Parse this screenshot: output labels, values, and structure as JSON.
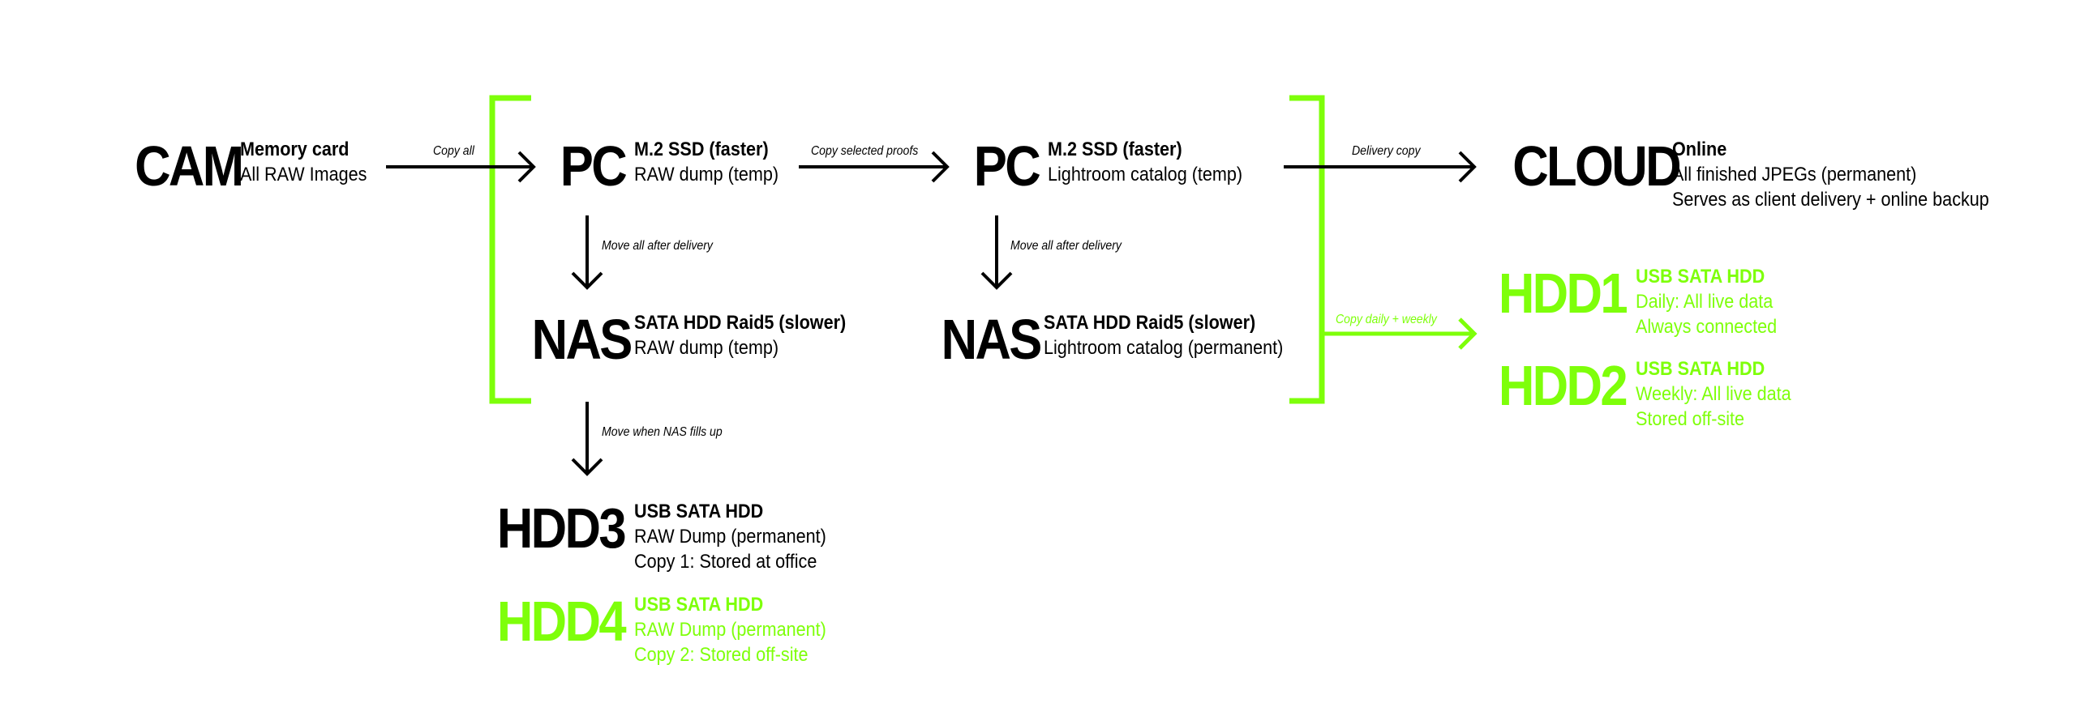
{
  "colors": {
    "primary": "#000000",
    "accent": "#7eff0a",
    "background": "#ffffff"
  },
  "nodes": {
    "cam": {
      "name": "CAM",
      "title": "Memory card",
      "lines": [
        "All RAW Images"
      ]
    },
    "pc1": {
      "name": "PC",
      "title": "M.2 SSD (faster)",
      "lines": [
        "RAW dump (temp)"
      ]
    },
    "pc2": {
      "name": "PC",
      "title": "M.2 SSD (faster)",
      "lines": [
        "Lightroom catalog (temp)"
      ]
    },
    "cloud": {
      "name": "CLOUD",
      "title": "Online",
      "lines": [
        "All finished JPEGs (permanent)",
        "Serves as client delivery + online backup"
      ]
    },
    "nas1": {
      "name": "NAS",
      "title": "SATA HDD Raid5 (slower)",
      "lines": [
        "RAW dump (temp)"
      ]
    },
    "nas2": {
      "name": "NAS",
      "title": "SATA HDD Raid5 (slower)",
      "lines": [
        "Lightroom catalog (permanent)"
      ]
    },
    "hdd1": {
      "name": "HDD1",
      "title": "USB SATA HDD",
      "lines": [
        "Daily: All live data",
        "Always connected"
      ],
      "highlight": true
    },
    "hdd2": {
      "name": "HDD2",
      "title": "USB SATA HDD",
      "lines": [
        "Weekly: All live data",
        "Stored off-site"
      ],
      "highlight": true
    },
    "hdd3": {
      "name": "HDD3",
      "title": "USB SATA HDD",
      "lines": [
        "RAW Dump (permanent)",
        "Copy 1: Stored at office"
      ]
    },
    "hdd4": {
      "name": "HDD4",
      "title": "USB SATA HDD",
      "lines": [
        "RAW Dump (permanent)",
        "Copy 2: Stored off-site"
      ],
      "highlight": true
    }
  },
  "edges": {
    "cam_pc1": {
      "label": "Copy all"
    },
    "pc1_pc2": {
      "label": "Copy selected proofs"
    },
    "pc1_nas1": {
      "label": "Move all after delivery"
    },
    "pc2_nas2": {
      "label": "Move all after delivery"
    },
    "nas1_hdd3": {
      "label": "Move when NAS fills up"
    },
    "group_cloud": {
      "label": "Delivery copy"
    },
    "group_hdd12": {
      "label": "Copy daily + weekly",
      "highlight": true
    }
  }
}
